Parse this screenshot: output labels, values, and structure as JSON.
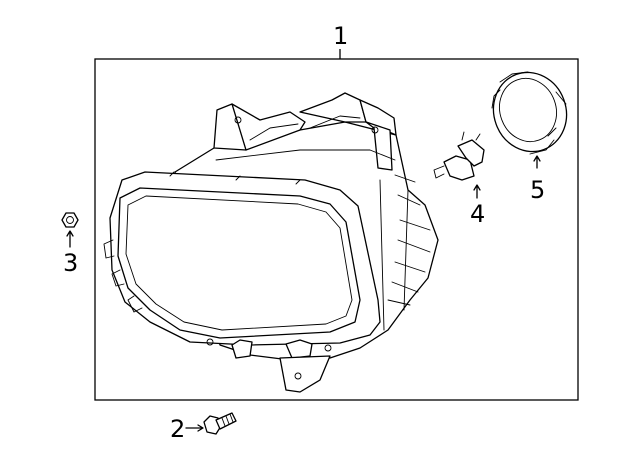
{
  "callouts": {
    "headlamp_assembly": "1",
    "bolt": "2",
    "nut": "3",
    "bulb": "4",
    "socket_cap": "5"
  }
}
